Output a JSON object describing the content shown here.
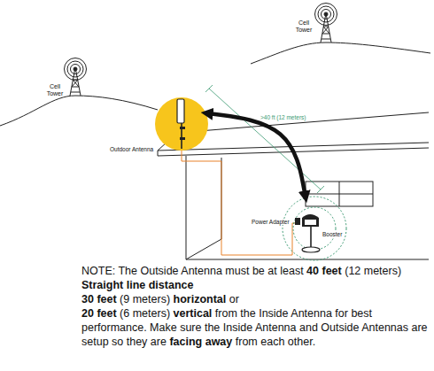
{
  "diagram": {
    "nodes": [
      {
        "text": [
          "Outdoor Antenna"
        ]
      },
      {
        "text": [
          "Booster"
        ]
      }
    ],
    "edges": [
      {
        "from": 0,
        "to": 1,
        "arrow": "both"
      }
    ],
    "labels": [
      "Cell Tower",
      "Cell Tower",
      ">40 ft (12 meters)",
      "Power Adapter",
      "NOTE: The Outside Antenna must be at least",
      "40 feet",
      "(12 meters)",
      "Straight line distance",
      "30 feet",
      "(9 meters)",
      "horizontal",
      "or",
      "20 feet",
      "(6 meters)",
      "vertical",
      "from the Inside Antenna for best performance. Make sure the Inside Antenna and Outside Antennas are setup so they are",
      "facing away",
      "from each other."
    ]
  }
}
